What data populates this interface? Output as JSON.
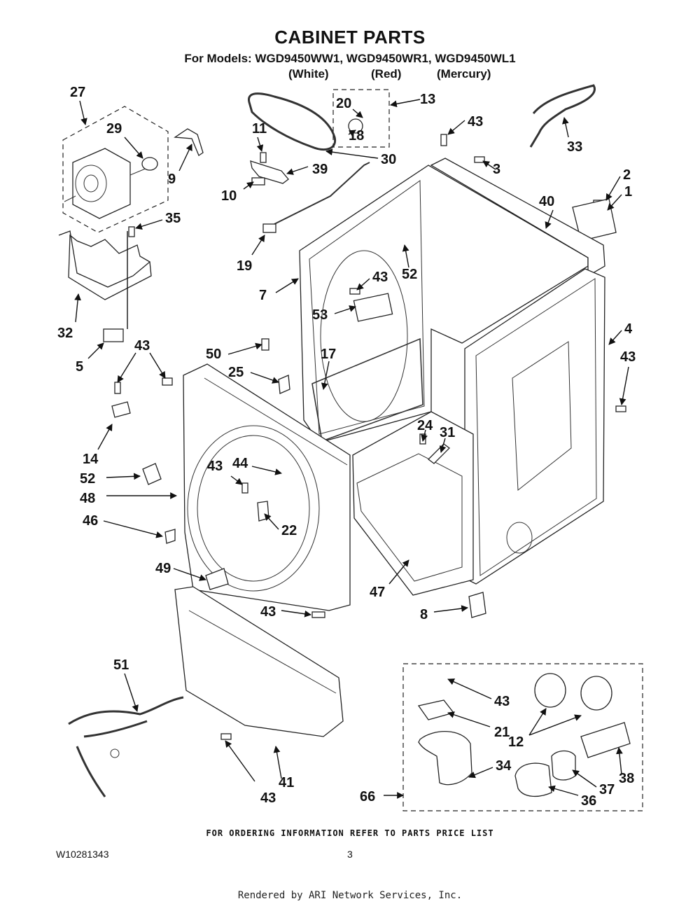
{
  "header": {
    "title": "CABINET PARTS",
    "models": "For Models: WGD9450WW1, WGD9450WR1, WGD9450WL1",
    "variants": [
      "(White)",
      "(Red)",
      "(Mercury)"
    ]
  },
  "callouts": {
    "c27": "27",
    "c29": "29",
    "c9": "9",
    "c10": "10",
    "c11": "11",
    "c39": "39",
    "c30": "30",
    "c13": "13",
    "c20": "20",
    "c18": "18",
    "c43a": "43",
    "c33": "33",
    "c3": "3",
    "c2": "2",
    "c1": "1",
    "c40": "40",
    "c35": "35",
    "c19": "19",
    "c32": "32",
    "c5": "5",
    "c7": "7",
    "c43b": "43",
    "c52a": "52",
    "c53": "53",
    "c4": "4",
    "c43c": "43",
    "c43d": "43",
    "c50": "50",
    "c25": "25",
    "c17": "17",
    "c14": "14",
    "c24": "24",
    "c31": "31",
    "c52b": "52",
    "c43e": "43",
    "c44": "44",
    "c48": "48",
    "c46": "46",
    "c22": "22",
    "c49": "49",
    "c47": "47",
    "c43f": "43",
    "c8": "8",
    "c51": "51",
    "c43g": "43",
    "c21": "21",
    "c12": "12",
    "c41": "41",
    "c43h": "43",
    "c34": "34",
    "c66": "66",
    "c36": "36",
    "c37": "37",
    "c38": "38"
  },
  "footer": {
    "ordering_note": "FOR ORDERING INFORMATION REFER TO PARTS PRICE LIST",
    "doc_number": "W10281343",
    "page_number": "3",
    "rendered_by": "Rendered by ARI Network Services, Inc."
  }
}
